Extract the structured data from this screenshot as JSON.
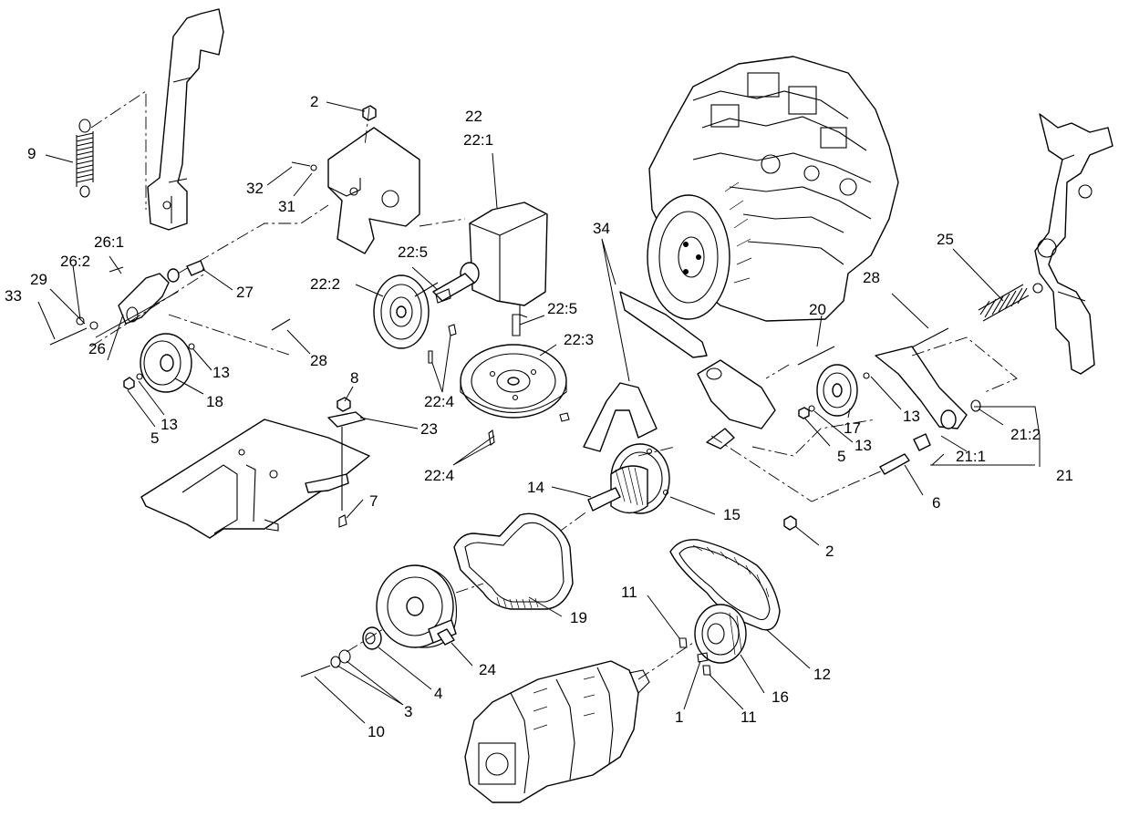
{
  "callouts": [
    {
      "label": "9"
    },
    {
      "label": "2"
    },
    {
      "label": "22"
    },
    {
      "label": "22:1"
    },
    {
      "label": "32"
    },
    {
      "label": "31"
    },
    {
      "label": "34"
    },
    {
      "label": "25"
    },
    {
      "label": "26:1"
    },
    {
      "label": "26:2"
    },
    {
      "label": "29"
    },
    {
      "label": "33"
    },
    {
      "label": "27"
    },
    {
      "label": "22:5"
    },
    {
      "label": "22:2"
    },
    {
      "label": "22:5"
    },
    {
      "label": "28"
    },
    {
      "label": "20"
    },
    {
      "label": "22:3"
    },
    {
      "label": "26"
    },
    {
      "label": "28"
    },
    {
      "label": "13"
    },
    {
      "label": "18"
    },
    {
      "label": "13"
    },
    {
      "label": "5"
    },
    {
      "label": "22:4"
    },
    {
      "label": "8"
    },
    {
      "label": "23"
    },
    {
      "label": "22:4"
    },
    {
      "label": "17"
    },
    {
      "label": "13"
    },
    {
      "label": "13"
    },
    {
      "label": "5"
    },
    {
      "label": "21:2"
    },
    {
      "label": "21:1"
    },
    {
      "label": "21"
    },
    {
      "label": "6"
    },
    {
      "label": "14"
    },
    {
      "label": "15"
    },
    {
      "label": "7"
    },
    {
      "label": "2"
    },
    {
      "label": "11"
    },
    {
      "label": "19"
    },
    {
      "label": "12"
    },
    {
      "label": "24"
    },
    {
      "label": "4"
    },
    {
      "label": "16"
    },
    {
      "label": "3"
    },
    {
      "label": "1"
    },
    {
      "label": "11"
    },
    {
      "label": "10"
    }
  ]
}
